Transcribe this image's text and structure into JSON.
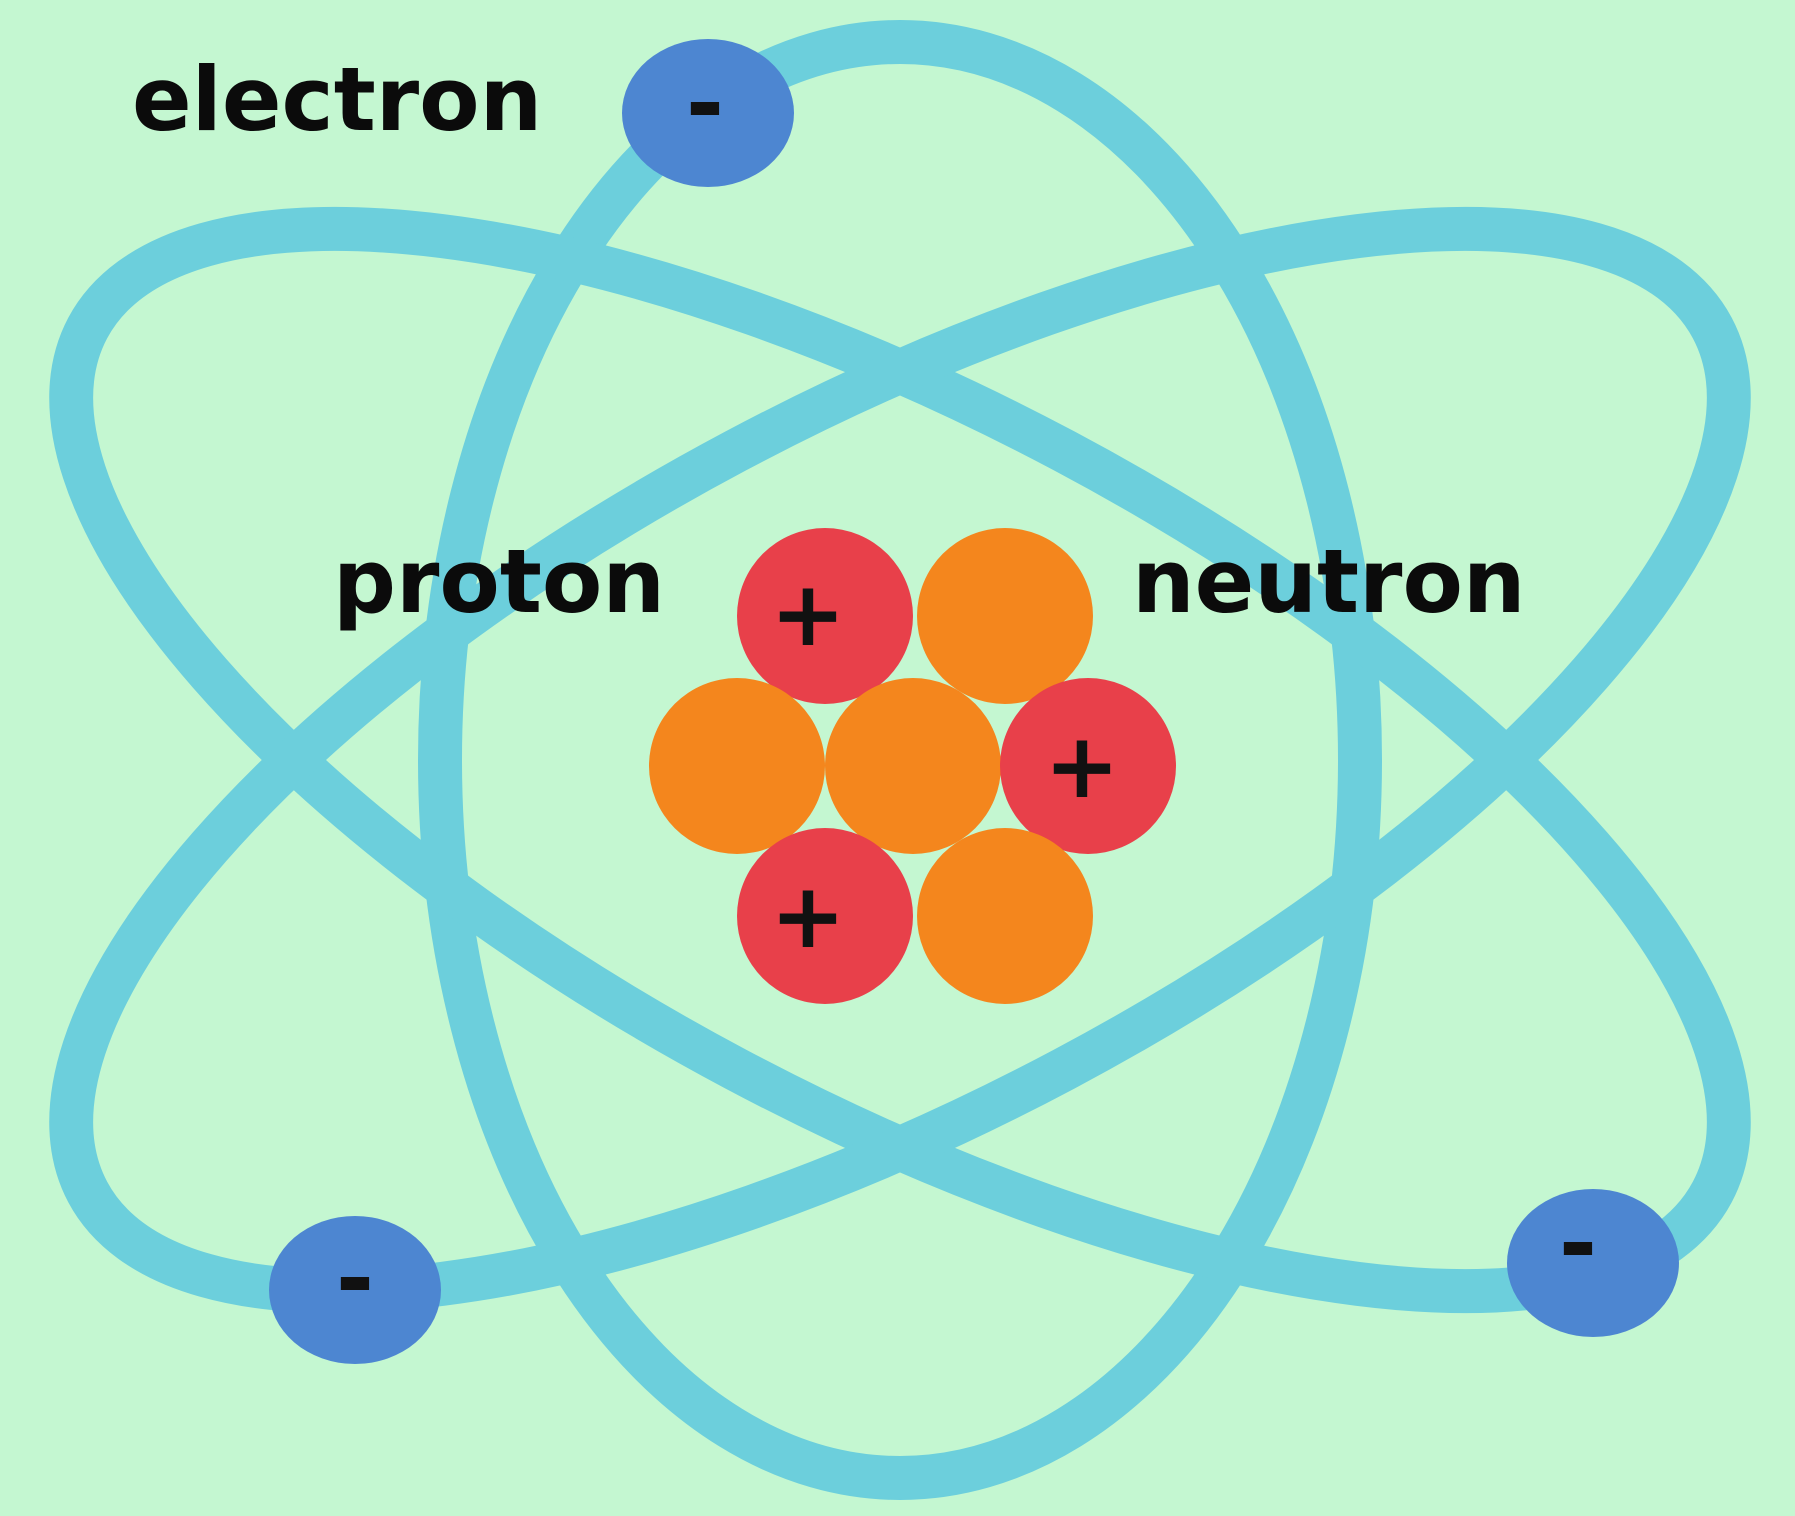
{
  "labels": {
    "electron": "electron",
    "proton": "proton",
    "neutron": "neutron"
  },
  "signs": {
    "electron": "-",
    "proton": "+"
  },
  "colors": {
    "background": "#c4f7d1",
    "orbit": "#6ccfdc",
    "electron": "#4d86d1",
    "proton": "#e8404a",
    "neutron": "#f4861d",
    "text": "#0b0b0b"
  }
}
